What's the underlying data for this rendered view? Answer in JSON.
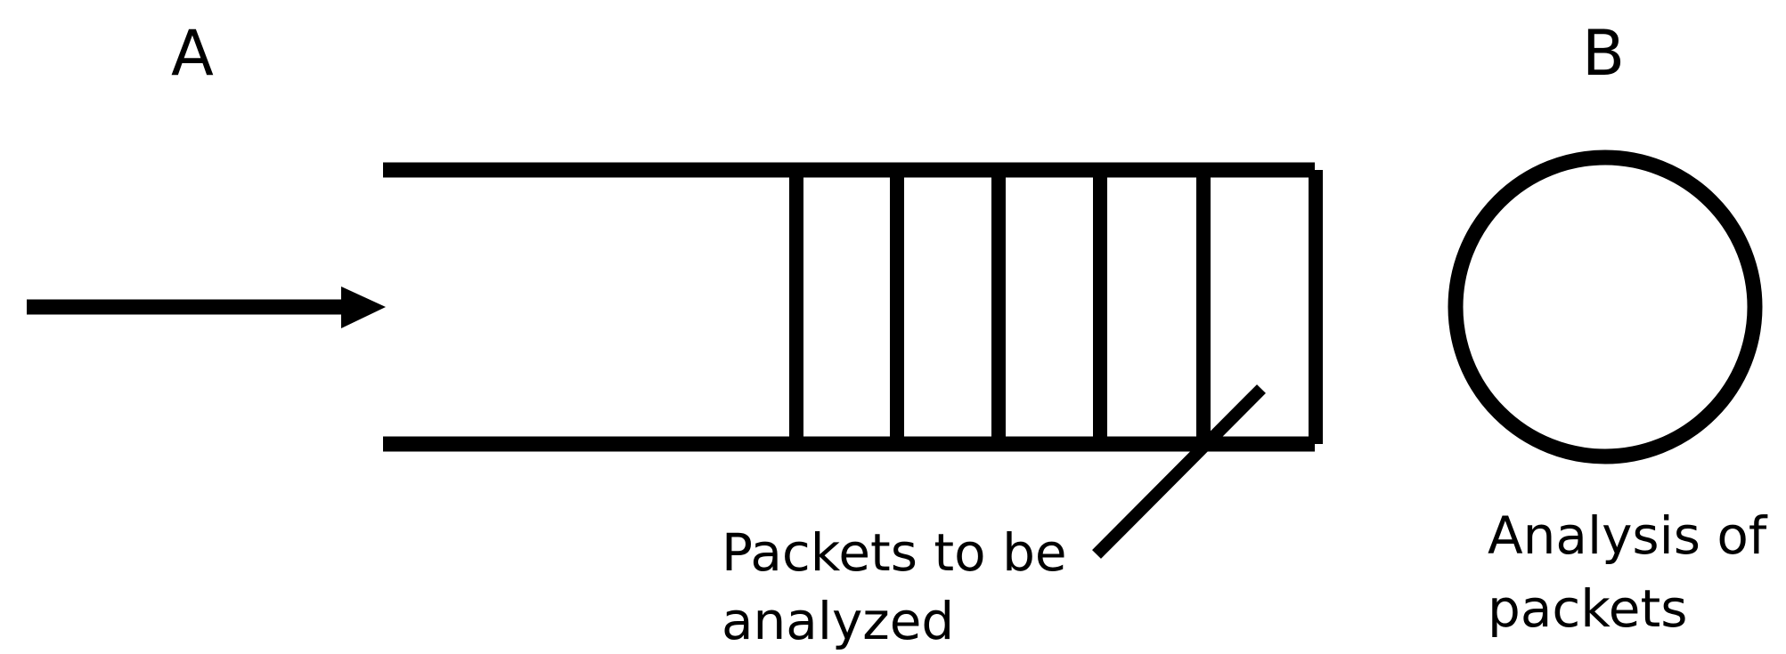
{
  "diagram": {
    "node_a_label": "A",
    "node_b_label": "B",
    "queue_caption_line1": "Packets to be",
    "queue_caption_line2": "analyzed",
    "server_caption_line1": "Analysis of",
    "server_caption_line2": "packets",
    "stroke_color": "#000000",
    "background_color": "#ffffff",
    "queue_slot_count": 5
  }
}
